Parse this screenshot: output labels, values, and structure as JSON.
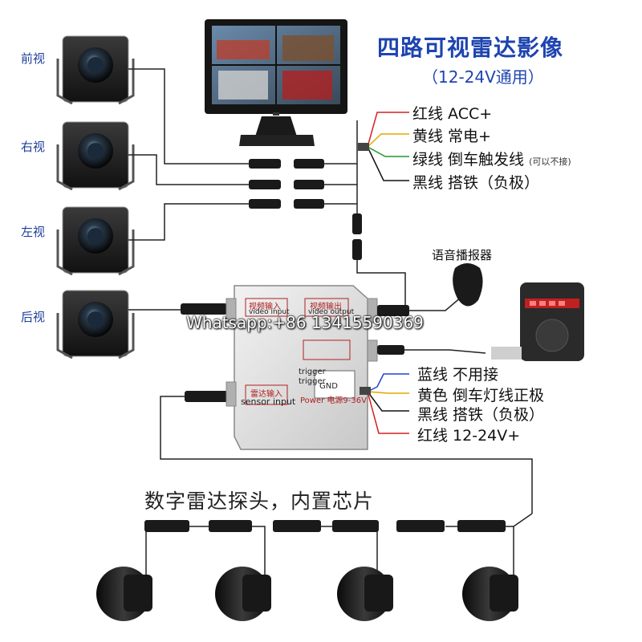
{
  "title": "四路可视雷达影像",
  "subtitle": "（12-24V通用）",
  "cameras": [
    {
      "label": "前视"
    },
    {
      "label": "右视"
    },
    {
      "label": "左视"
    },
    {
      "label": "后视"
    }
  ],
  "monitor_wires": [
    {
      "label": "红线  ACC+",
      "color": "#d62020"
    },
    {
      "label": "黄线  常电+",
      "color": "#e0a800"
    },
    {
      "label": "绿线  倒车触发线",
      "note": "(可以不接)",
      "color": "#1f9a2e"
    },
    {
      "label": "黑线  搭铁（负极）",
      "color": "#111111"
    }
  ],
  "box_wires": [
    {
      "label": "蓝线  不用接",
      "color": "#2040d0"
    },
    {
      "label": "黄色  倒车灯线正极",
      "color": "#e0a800"
    },
    {
      "label": "黑线  搭铁（负极）",
      "color": "#111111"
    },
    {
      "label": "红线  12-24V+",
      "color": "#d62020"
    }
  ],
  "speaker_label": "语音播报器",
  "probes_label": "数字雷达探头，内置芯片",
  "watermark": "Whatsapp:+86 13415590369",
  "box": {
    "video_input_cn": "视频输入",
    "video_input_en": "video input",
    "video_output_cn": "视频输出",
    "video_output_en": "video output",
    "sensor_input_cn": "雷达输入",
    "sensor_input_en": "sensor input",
    "trigger": "trigger",
    "power": "Power 电源9-36V",
    "gnd": "GND"
  },
  "colors": {
    "title": "#1e44b0",
    "camera_label": "#1e3f9a"
  }
}
